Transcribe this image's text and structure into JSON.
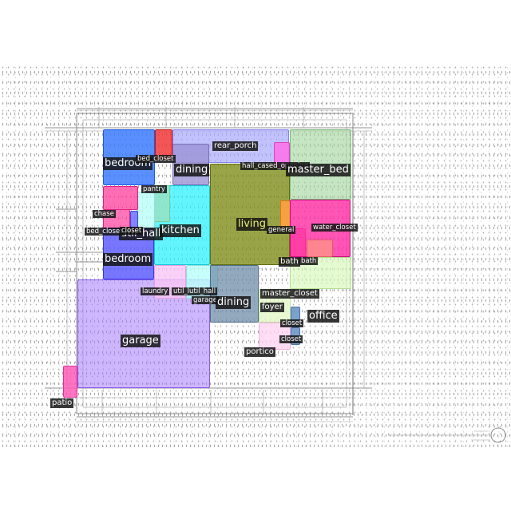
{
  "labels": {
    "bedroom_top": "bedroom",
    "bed_closet_top": "bed_closet",
    "dining_top": "dining",
    "rear_porch": "rear_porch",
    "hall_cased_opening": "hall_cased_opening",
    "master_bed": "master_bed",
    "pantry": "pantry",
    "chase": "chase",
    "bed_closet_left": "bed_closet",
    "closet_mid": "closet",
    "util_hall": "util_hall",
    "kitchen": "kitchen",
    "living": "living",
    "general": "general",
    "water_closet": "water_closet",
    "bedroom_bottom": "bedroom",
    "bath_left": "bath",
    "bath_right": "bath",
    "laundry": "laundry",
    "util_util_hall": "util_lutil_hall",
    "garage_small": "garage",
    "dining_bottom": "dining",
    "master_closet": "master_closet",
    "foyer": "foyer",
    "office": "office",
    "closet_a": "closet",
    "closet_b": "closet",
    "garage": "garage",
    "portico": "portico",
    "patio": "patio"
  },
  "colors": {
    "bedroom": "#3d7bff",
    "bed_closet": "#f03838",
    "dining_top": "#9c94d4",
    "rear_porch": "#a8a8ff",
    "hall_cased_opening": "#ff70e8",
    "master_bed": "#9ed39b",
    "pantry": "#a4e0b8",
    "chase": "#ff4aa3",
    "kitchen": "#2ef2ff",
    "living": "#7f8d1a",
    "general": "#ffa040",
    "water_closet": "#ff2aa2",
    "bedroom_bottom": "#5e5eff",
    "bath": "#ff8c8c",
    "laundry": "#f9c6f5",
    "util_hall": "#b9fff9",
    "dining_bottom": "#6f8ea8",
    "master_closet": "#d6f9b9",
    "foyer": "#e4f9c8",
    "closet": "#6f97c8",
    "garage": "#a77bff",
    "portico": "#ffd6f3",
    "patio": "#ff5ab8"
  }
}
